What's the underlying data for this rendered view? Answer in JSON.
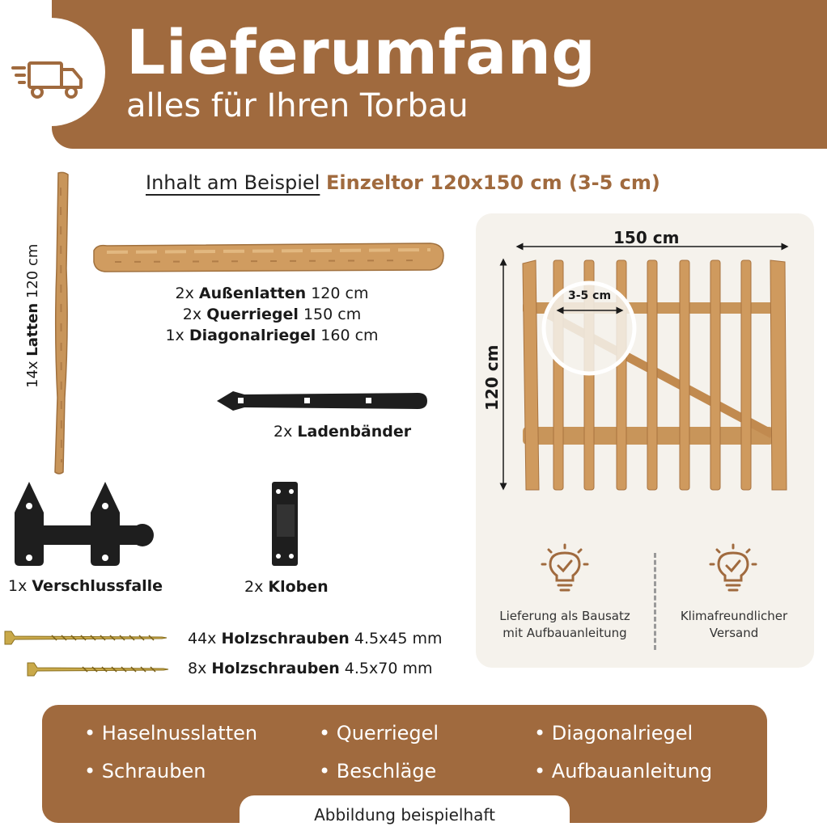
{
  "header": {
    "title": "Lieferumfang",
    "subtitle": "alles für Ihren Torbau",
    "icon": "truck-icon"
  },
  "intro": {
    "prefix": "Inhalt am Beispiel",
    "highlight": "Einzeltor 120x150 cm (3-5 cm)"
  },
  "items": {
    "latten": {
      "qty": "14x",
      "name": "Latten",
      "size": "120 cm"
    },
    "aussenlatten": {
      "qty": "2x",
      "name": "Außenlatten",
      "size": "120 cm"
    },
    "querriegel": {
      "qty": "2x",
      "name": "Querriegel",
      "size": "150 cm"
    },
    "diagonalriegel": {
      "qty": "1x",
      "name": "Diagonalriegel",
      "size": "160 cm"
    },
    "ladenbaender": {
      "qty": "2x",
      "name": "Ladenbänder"
    },
    "verschlussfalle": {
      "qty": "1x",
      "name": "Verschlussfalle"
    },
    "kloben": {
      "qty": "2x",
      "name": "Kloben"
    },
    "schrauben45": {
      "qty": "44x",
      "name": "Holzschrauben",
      "size": "4.5x45 mm"
    },
    "schrauben70": {
      "qty": "8x",
      "name": "Holzschrauben",
      "size": "4.5x70 mm"
    }
  },
  "gate": {
    "width_label": "150 cm",
    "height_label": "120 cm",
    "gap_label": "3-5 cm"
  },
  "features": [
    {
      "icon": "lightbulb-check-icon",
      "line1": "Lieferung als Bausatz",
      "line2": "mit Aufbauanleitung"
    },
    {
      "icon": "lightbulb-check-icon",
      "line1": "Klimafreundlicher",
      "line2": "Versand"
    }
  ],
  "bullets": [
    "Haselnusslatten",
    "Querriegel",
    "Diagonalriegel",
    "Schrauben",
    "Beschläge",
    "Aufbauanleitung"
  ],
  "caption": "Abbildung beispielhaft",
  "colors": {
    "brand": "#a06a3e",
    "wood": "#c8955a",
    "metal": "#1e1e1e",
    "panel": "#f5f2ec"
  }
}
